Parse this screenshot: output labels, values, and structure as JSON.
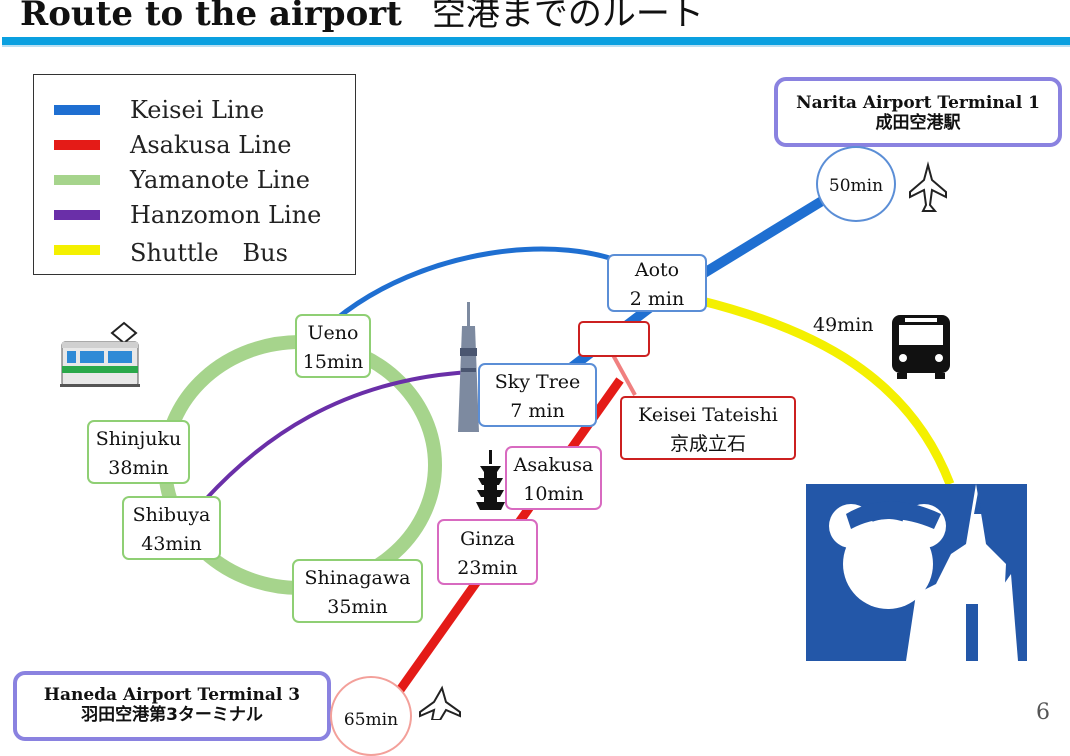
{
  "slide": {
    "title": "Route to the airport",
    "title_jp": "空港までのルート",
    "page_number": "6"
  },
  "legend": {
    "items": [
      {
        "label": "Keisei Line",
        "color": "#1f6fd1"
      },
      {
        "label": "Asakusa Line",
        "color": "#e41b17"
      },
      {
        "label": "Yamanote Line",
        "color": "#a6d48c"
      },
      {
        "label": "Hanzomon Line",
        "color": "#6a2fa8"
      },
      {
        "label": "Shuttle　Bus",
        "color": "#f4f000"
      }
    ]
  },
  "stations": {
    "ueno": {
      "name": "Ueno",
      "time": "15min"
    },
    "shinjuku": {
      "name": "Shinjuku",
      "time": "38min"
    },
    "shibuya": {
      "name": "Shibuya",
      "time": "43min"
    },
    "shinagawa": {
      "name": "Shinagawa",
      "time": "35min"
    },
    "skytree": {
      "name": "Sky Tree",
      "time": "7 min"
    },
    "asakusa": {
      "name": "Asakusa",
      "time": "10min"
    },
    "ginza": {
      "name": "Ginza",
      "time": "23min"
    },
    "aoto": {
      "name": "Aoto",
      "time": "2 min"
    },
    "keisei_tateishi": {
      "name": "Keisei Tateishi",
      "name_jp": "京成立石"
    }
  },
  "airports": {
    "narita": {
      "name": "Narita Airport Terminal 1",
      "name_jp": "成田空港駅",
      "time": "50min"
    },
    "haneda": {
      "name": "Haneda Airport Terminal 3",
      "name_jp": "羽田空港第3ターミナル",
      "time": "65min"
    }
  },
  "shuttle_bus": {
    "time": "49min"
  },
  "icons": [
    "train-icon",
    "tokyo-skytree-icon",
    "pagoda-icon",
    "house-icon",
    "airplane-icon",
    "bus-icon",
    "disney-castle-icon"
  ]
}
